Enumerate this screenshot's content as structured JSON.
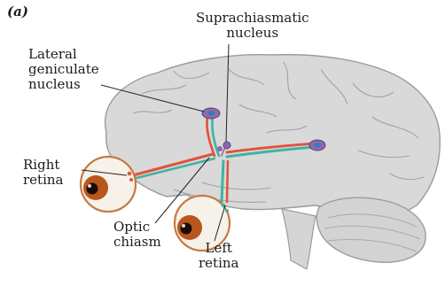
{
  "panel_label": "(a)",
  "labels": {
    "scn": [
      "Suprachiasmatic",
      "nucleus"
    ],
    "lgn": [
      "Lateral",
      "geniculate",
      "nucleus"
    ],
    "right_retina": [
      "Right",
      "retina"
    ],
    "optic_chiasm": [
      "Optic",
      "chiasm"
    ],
    "left_retina": [
      "Left",
      "retina"
    ]
  },
  "colors": {
    "brain_fill": "#d9d9d9",
    "brain_outline": "#9c9c9c",
    "right_pathway": "#e0533a",
    "left_pathway": "#3fb3a6",
    "nucleus": "#8e6aa8",
    "eye_white": "#f6f2ea",
    "iris": "#b8561e",
    "pupil": "#1c0c06"
  }
}
